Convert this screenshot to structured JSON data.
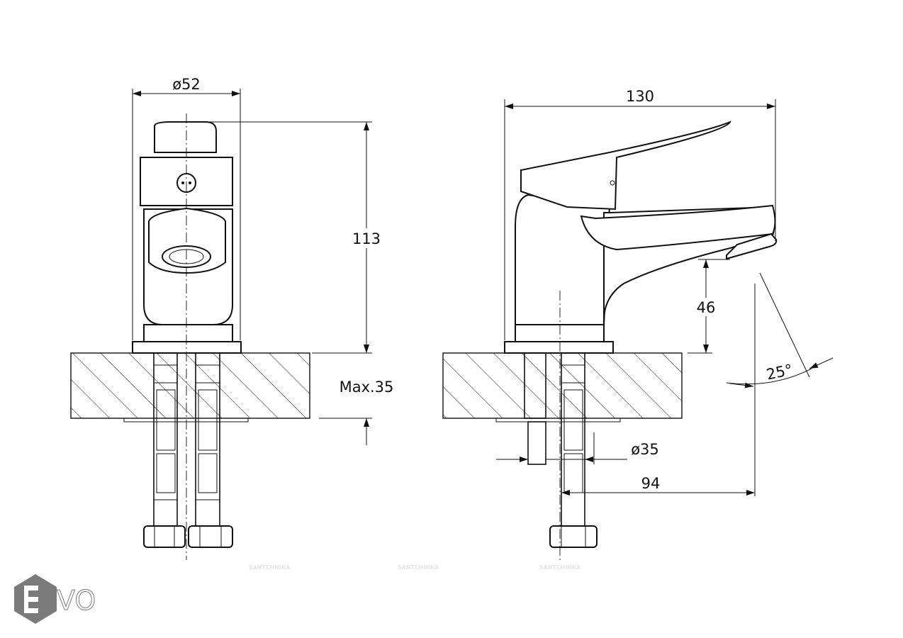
{
  "drawing": {
    "front_view": {
      "diameter_label": "ø52",
      "height_label": "113",
      "max_thickness_label": "Max.35"
    },
    "side_view": {
      "length_label": "130",
      "spout_height_label": "46",
      "angle_label": "25°",
      "stud_diameter_label": "ø35",
      "reach_label": "94"
    }
  },
  "watermark": "SANTEHNIKA",
  "logo": {
    "text": "EVO",
    "color": "#7a7a7a"
  }
}
